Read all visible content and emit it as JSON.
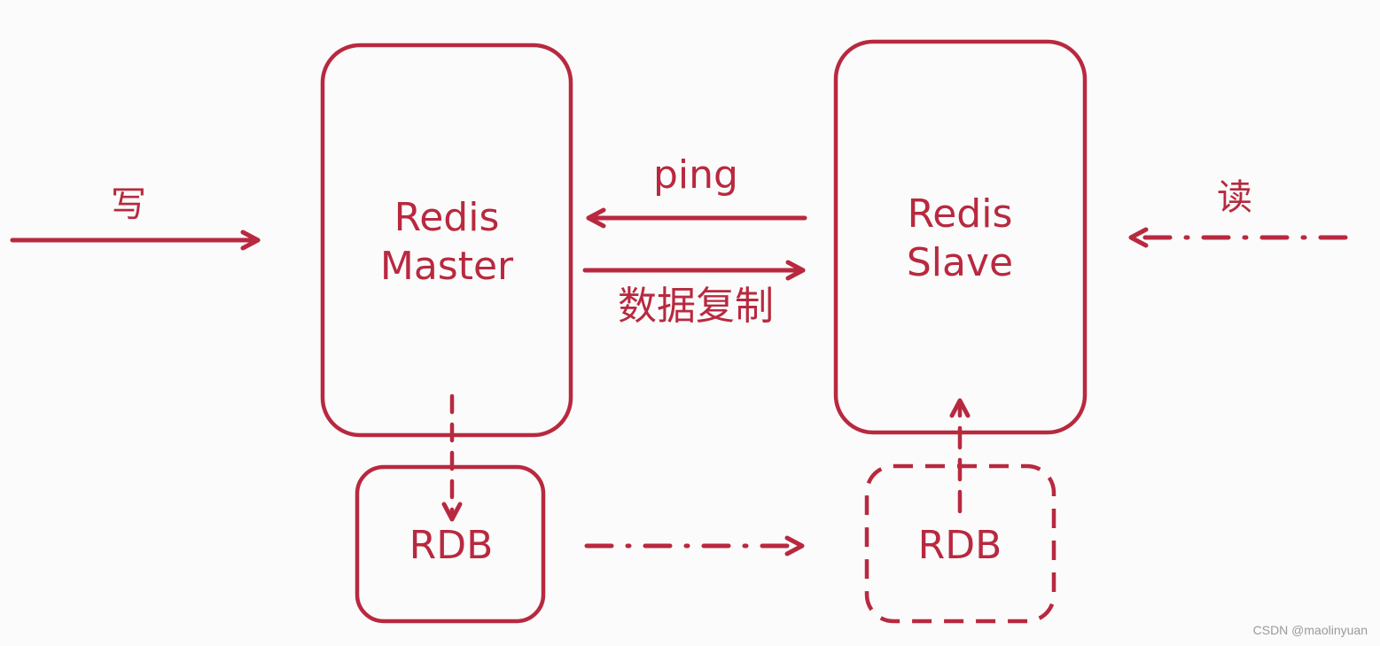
{
  "colors": {
    "accent": "#b8293f",
    "background": "#fbfbfb",
    "watermark": "#9a9a9a"
  },
  "nodes": {
    "master_line1": "Redis",
    "master_line2": "Master",
    "slave_line1": "Redis",
    "slave_line2": "Slave",
    "master_rdb": "RDB",
    "slave_rdb": "RDB"
  },
  "edges": {
    "write": "写",
    "read": "读",
    "ping": "ping",
    "replication": "数据复制"
  },
  "watermark": "CSDN @maolinyuan"
}
